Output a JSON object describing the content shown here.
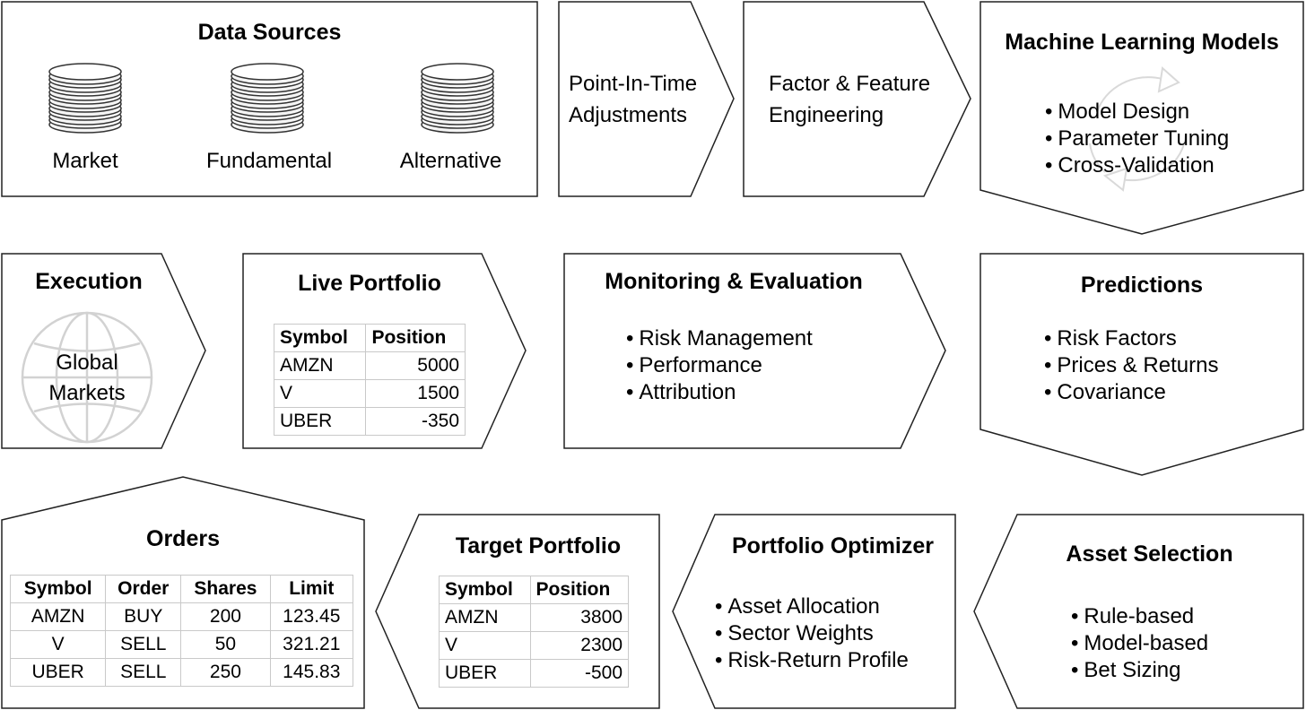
{
  "data_sources": {
    "title": "Data Sources",
    "sources": [
      "Market",
      "Fundamental",
      "Alternative"
    ],
    "icon": "database-icon"
  },
  "point_in_time": {
    "line1": "Point-In-Time",
    "line2": "Adjustments"
  },
  "factor_engineering": {
    "line1": "Factor & Feature",
    "line2": "Engineering"
  },
  "ml_models": {
    "title": "Machine Learning Models",
    "items": [
      "Model Design",
      "Parameter Tuning",
      "Cross-Validation"
    ],
    "icon": "cycle-arrows-icon"
  },
  "execution": {
    "title": "Execution",
    "line1": "Global",
    "line2": "Markets",
    "icon": "globe-icon"
  },
  "live_portfolio": {
    "title": "Live Portfolio",
    "headers": [
      "Symbol",
      "Position"
    ],
    "rows": [
      [
        "AMZN",
        "5000"
      ],
      [
        "V",
        "1500"
      ],
      [
        "UBER",
        "-350"
      ]
    ]
  },
  "monitoring": {
    "title": "Monitoring & Evaluation",
    "items": [
      "Risk Management",
      "Performance",
      "Attribution"
    ]
  },
  "predictions": {
    "title": "Predictions",
    "items": [
      "Risk Factors",
      "Prices & Returns",
      "Covariance"
    ]
  },
  "orders": {
    "title": "Orders",
    "headers": [
      "Symbol",
      "Order",
      "Shares",
      "Limit"
    ],
    "rows": [
      [
        "AMZN",
        "BUY",
        "200",
        "123.45"
      ],
      [
        "V",
        "SELL",
        "50",
        "321.21"
      ],
      [
        "UBER",
        "SELL",
        "250",
        "145.83"
      ]
    ]
  },
  "target_portfolio": {
    "title": "Target Portfolio",
    "headers": [
      "Symbol",
      "Position"
    ],
    "rows": [
      [
        "AMZN",
        "3800"
      ],
      [
        "V",
        "2300"
      ],
      [
        "UBER",
        "-500"
      ]
    ]
  },
  "optimizer": {
    "title": "Portfolio Optimizer",
    "items": [
      "Asset Allocation",
      "Sector Weights",
      "Risk-Return Profile"
    ]
  },
  "asset_selection": {
    "title": "Asset Selection",
    "items": [
      "Rule-based",
      "Model-based",
      "Bet Sizing"
    ]
  }
}
